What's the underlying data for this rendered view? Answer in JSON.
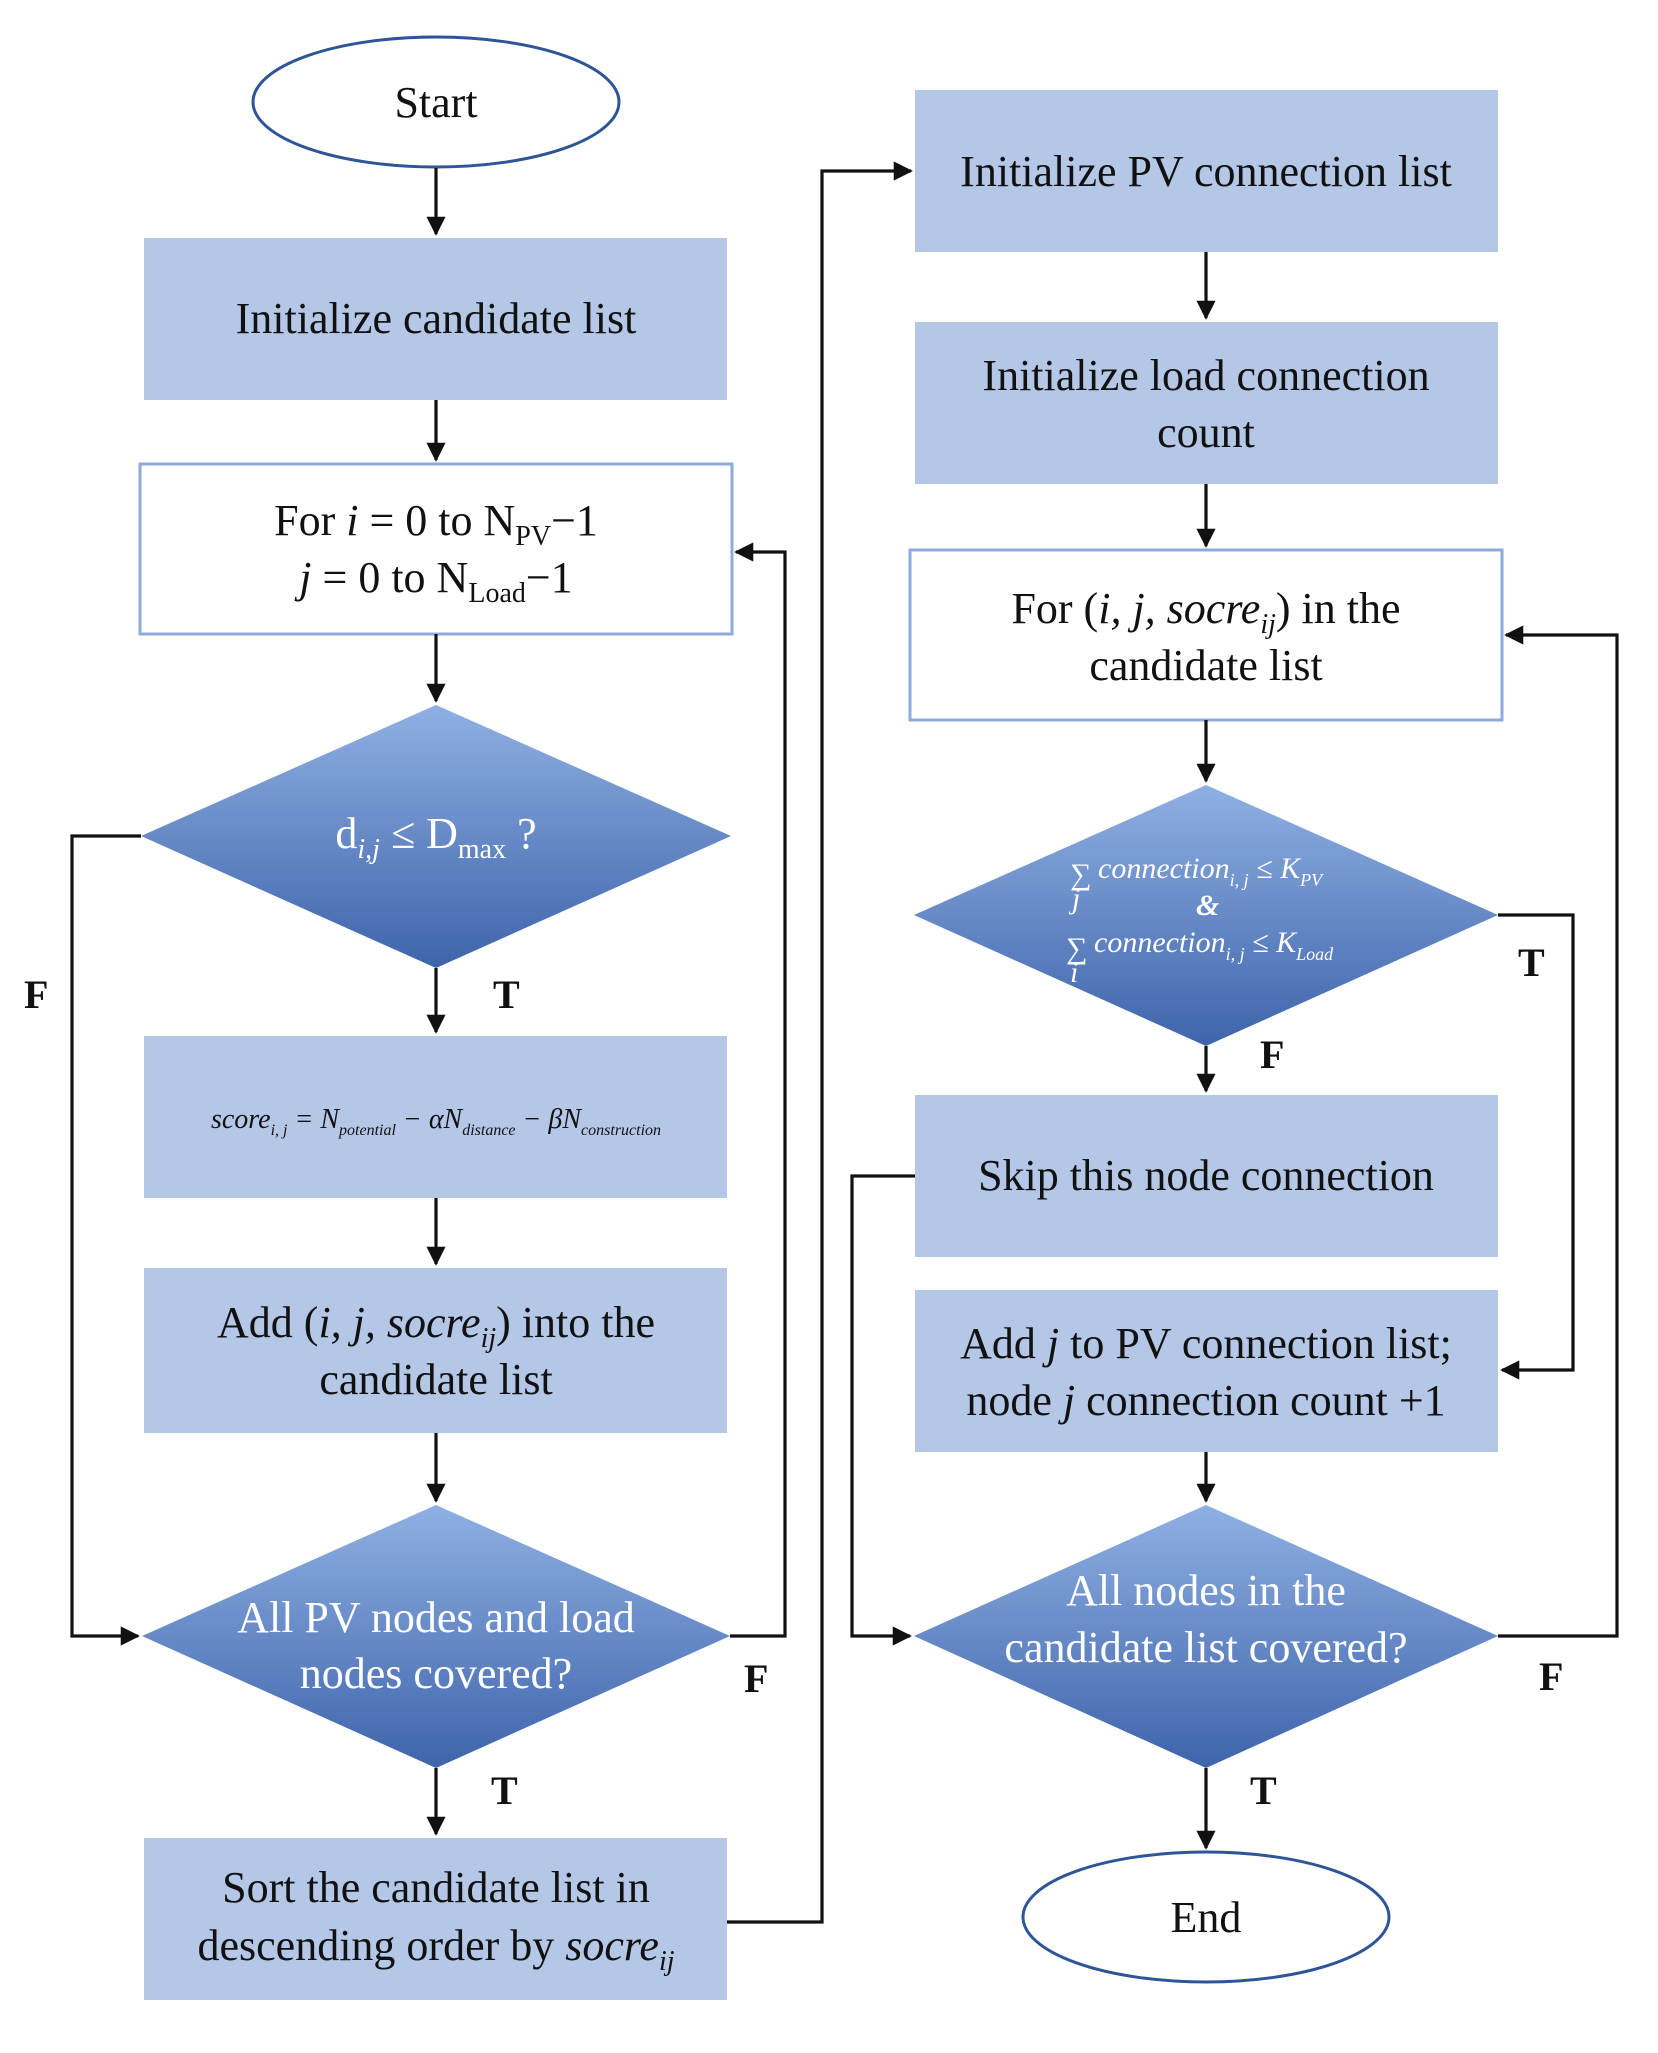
{
  "nodes": {
    "start": "Start",
    "init_candidate": "Initialize candidate list",
    "for_loop": {
      "line1": {
        "a": "For ",
        "i": "i",
        "b": " = 0 to N",
        "sub": "PV",
        "c": "−1"
      },
      "line2": {
        "j": "j",
        "b": " = 0 to N",
        "sub": "Load",
        "c": "−1"
      }
    },
    "dist_check": {
      "d": "d",
      "sub1": "i,j",
      "mid": " ≤ D",
      "sub2": "max",
      "end": " ?"
    },
    "score_formula": {
      "lhs": "score",
      "lhs_sub": "i, j",
      "eq": " = N",
      "s1": "potential",
      "m1": " − αN",
      "s2": "distance",
      "m2": " − βN",
      "s3": "construction"
    },
    "add_candidate": {
      "line1": {
        "a": "Add (",
        "i": "i, j, socre",
        "sub": "ij",
        "b": ") into the"
      },
      "line2": "candidate list"
    },
    "all_covered_1": {
      "line1": "All PV nodes and load",
      "line2": "nodes covered?"
    },
    "sort": {
      "line1": "Sort the candidate list in",
      "line2": {
        "a": "descending order by ",
        "var": "socre",
        "sub": "ij"
      }
    },
    "init_pv": "Initialize PV connection list",
    "init_load": {
      "line1": "Initialize load connection",
      "line2": "count"
    },
    "for_candidate": {
      "line1": {
        "a": "For (",
        "i": "i, j, socre",
        "sub": "ij",
        "b": ") in the"
      },
      "line2": "candidate list"
    },
    "constraint": {
      "sum": "∑",
      "line1": {
        "t": "connection",
        "sub": "i, j",
        "rel": " ≤ K",
        "k": "PV",
        "idx": "j"
      },
      "amp": "&",
      "line2": {
        "t": "connection",
        "sub": "i, j",
        "rel": " ≤ K",
        "k": "Load",
        "idx": "i"
      }
    },
    "skip": "Skip this node connection",
    "add_j": {
      "line1": {
        "a": "Add ",
        "j": "j",
        "b": " to PV connection list;"
      },
      "line2": {
        "a": "node ",
        "j": "j",
        "b": " connection count +1"
      }
    },
    "all_covered_2": {
      "line1": "All nodes in the",
      "line2": "candidate list covered?"
    },
    "end": "End"
  },
  "flags": {
    "true": "T",
    "false": "F"
  },
  "colors": {
    "box_fill": "#b4c7e7",
    "box_border": "#8faadc",
    "diamond_top": "#8fb0e3",
    "diamond_bottom": "#3e64aa",
    "oval_border": "#2e5597"
  }
}
